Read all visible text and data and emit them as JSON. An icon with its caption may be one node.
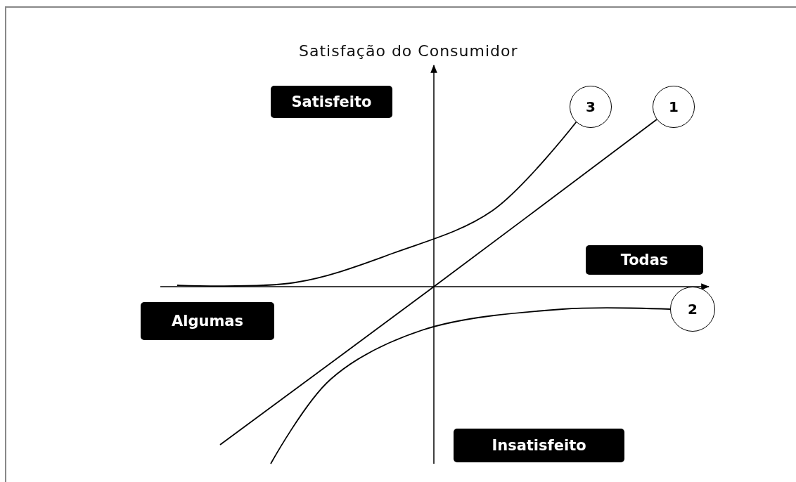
{
  "diagram": {
    "nodes": [
      {
        "text": [
          "Satisfeito"
        ]
      },
      {
        "text": [
          "Todas"
        ]
      },
      {
        "text": [
          "Algumas"
        ]
      },
      {
        "text": [
          "Insatisfeito"
        ]
      },
      {
        "text": [
          "3"
        ]
      },
      {
        "text": [
          "1"
        ]
      },
      {
        "text": [
          "2"
        ]
      }
    ],
    "edges": [
      {
        "from": null,
        "to": 4,
        "arrow": "none"
      },
      {
        "from": null,
        "to": 5,
        "arrow": "none"
      },
      {
        "from": null,
        "to": 6,
        "arrow": "none"
      }
    ],
    "labels": [
      "Satisfação do Consumidor"
    ]
  }
}
